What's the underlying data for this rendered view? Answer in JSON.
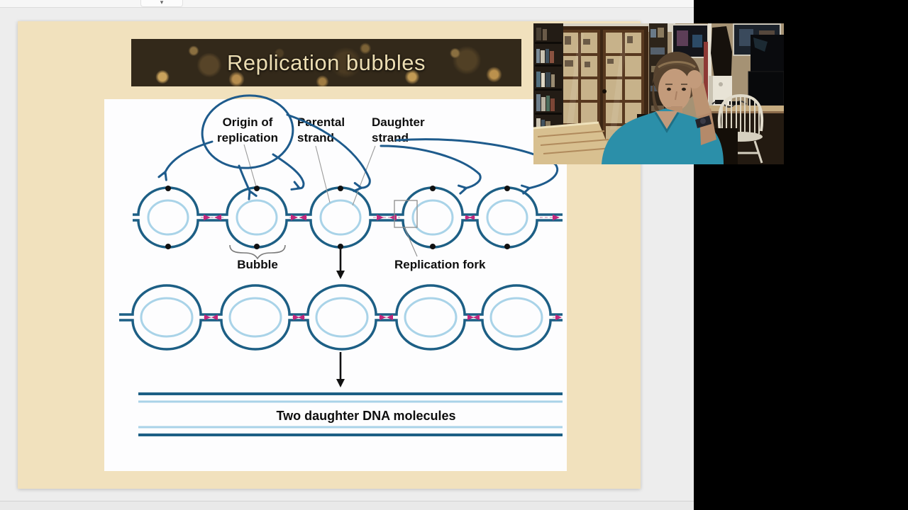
{
  "window": {
    "collapse_tab_caret": "▾"
  },
  "slide": {
    "title": "Replication bubbles",
    "labels": {
      "origin1": "Origin of",
      "origin2": "replication",
      "parental1": "Parental",
      "parental2": "strand",
      "daughter1": "Daughter",
      "daughter2": "strand",
      "bubble": "Bubble",
      "fork": "Replication fork",
      "result": "Two daughter DNA molecules"
    }
  },
  "colors": {
    "slide_bg": "#f1e1bd",
    "panel_bg": "#fdfdfe",
    "strand_dark": "#1d5f85",
    "strand_light": "#a9d3e8",
    "replication_arrow_pink": "#c2267c",
    "origin_dot": "#111111",
    "annotation_ink": "#1e5b8c",
    "banner_text": "#ecddb2",
    "webcam_shirt_teal": "#2b8fa9"
  }
}
